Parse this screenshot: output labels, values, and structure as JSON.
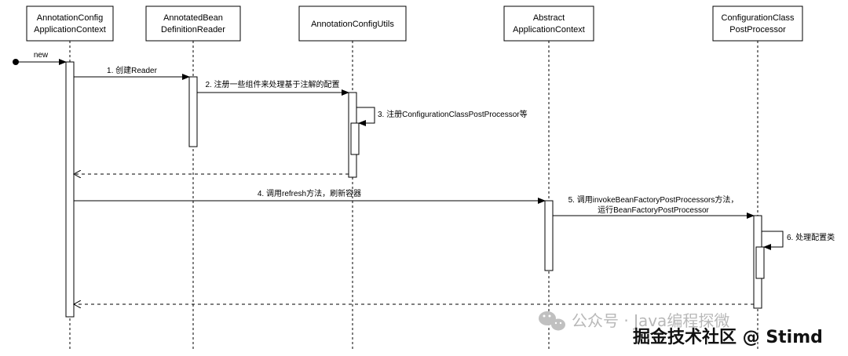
{
  "participants": [
    {
      "line1": "AnnotationConfig",
      "line2": "ApplicationContext"
    },
    {
      "line1": "AnnotatedBean",
      "line2": "DefinitionReader"
    },
    {
      "line1": "AnnotationConfigUtils",
      "line2": ""
    },
    {
      "line1": "Abstract",
      "line2": "ApplicationContext"
    },
    {
      "line1": "ConfigurationClass",
      "line2": "PostProcessor"
    }
  ],
  "messages": {
    "new": "new",
    "m1": "1. 创建Reader",
    "m2": "2. 注册一些组件来处理基于注解的配置",
    "m3": "3. 注册ConfigurationClassPostProcessor等",
    "m4": "4. 调用refresh方法，刷新容器",
    "m5_line1": "5. 调用invokeBeanFactoryPostProcessors方法，",
    "m5_line2": "运行BeanFactoryPostProcessor",
    "m6": "6. 处理配置类"
  },
  "watermark": {
    "wechat": "公众号 · Java编程探微",
    "juejin": "掘金技术社区 @ Stimd"
  }
}
